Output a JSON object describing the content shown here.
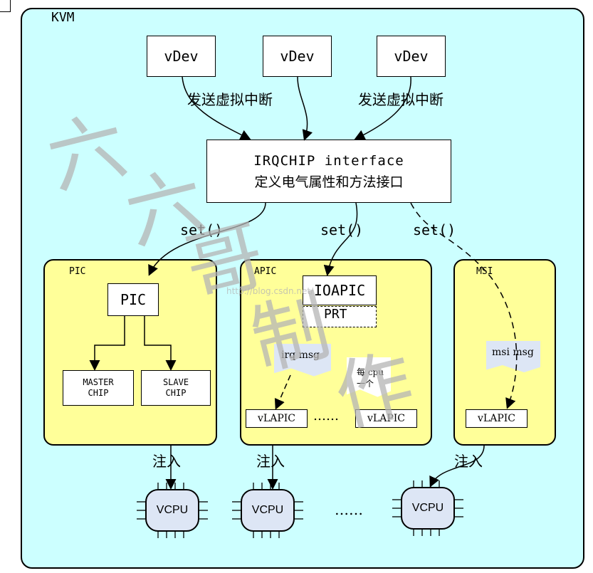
{
  "kvm": {
    "label": "KVM"
  },
  "vdevs": [
    "vDev",
    "vDev",
    "vDev"
  ],
  "send_labels": [
    "发送虚拟中断",
    "发送虚拟中断"
  ],
  "irqchip": {
    "line1": "IRQCHIP interface",
    "line2": "定义电气属性和方法接口"
  },
  "set_labels": [
    "set()",
    "set()",
    "set()"
  ],
  "regions": {
    "pic": {
      "label": "PIC",
      "box": "PIC",
      "master": [
        "MASTER",
        "CHIP"
      ],
      "slave": [
        "SLAVE",
        "CHIP"
      ]
    },
    "apic": {
      "label": "APIC",
      "ioapic": "IOAPIC",
      "prt": "PRT",
      "irq_msg": "irq msg",
      "per_cpu": [
        "每 cpu",
        "一个"
      ],
      "vlapic": [
        "vLAPIC",
        "vLAPIC"
      ],
      "dots": "……"
    },
    "msi": {
      "label": "MSI",
      "msi_msg": "msi msg",
      "vlapic": "vLAPIC"
    }
  },
  "inject_labels": [
    "注入",
    "注入",
    "注入"
  ],
  "vcpus": [
    "VCPU",
    "VCPU",
    "VCPU"
  ],
  "vcpu_dots": "……",
  "watermark": {
    "url": "http://blog.csdn.net/",
    "chars": [
      "六",
      "六",
      "哥",
      "制",
      "作"
    ]
  },
  "colors": {
    "kvm_bg": "#ccffff",
    "region_bg": "#ffff99",
    "vcpu_bg": "#dde6f5"
  }
}
